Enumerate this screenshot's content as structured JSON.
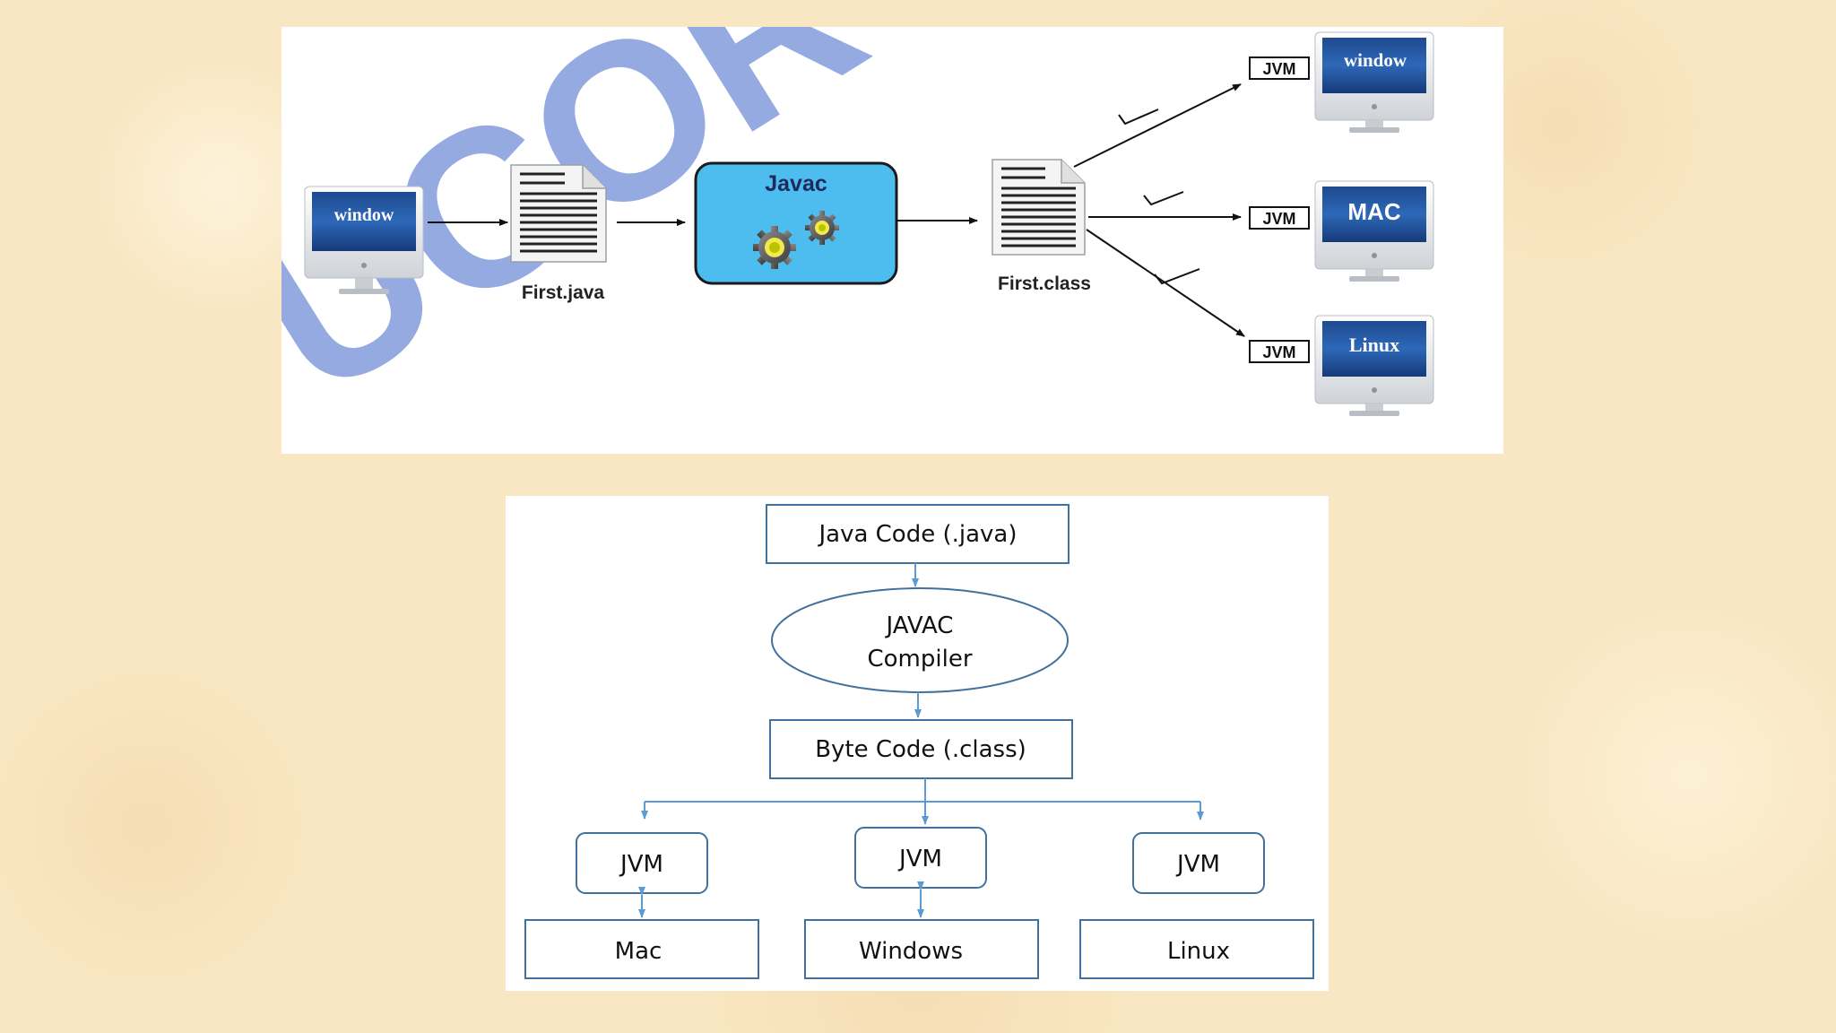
{
  "top_diagram": {
    "watermark": "UCOR A",
    "source_monitor": "window",
    "source_file": "First.java",
    "compiler": "Javac",
    "output_file": "First.class",
    "targets": [
      {
        "jvm": "JVM",
        "os": "window"
      },
      {
        "jvm": "JVM",
        "os": "MAC"
      },
      {
        "jvm": "JVM",
        "os": "Linux"
      }
    ]
  },
  "bottom_diagram": {
    "java_code": "Java Code (.java)",
    "compiler_line1": "JAVAC",
    "compiler_line2": "Compiler",
    "byte_code": "Byte Code (.class)",
    "platforms": [
      {
        "jvm": "JVM",
        "os": "Mac"
      },
      {
        "jvm": "JVM",
        "os": "Windows"
      },
      {
        "jvm": "JVM",
        "os": "Linux"
      }
    ]
  },
  "colors": {
    "background": "#f9e7c3",
    "flow_blue": "#41719c",
    "arrow_blue": "#5b9bd5",
    "javac_fill": "#4dbdf0",
    "watermark": "#3c64c8"
  }
}
